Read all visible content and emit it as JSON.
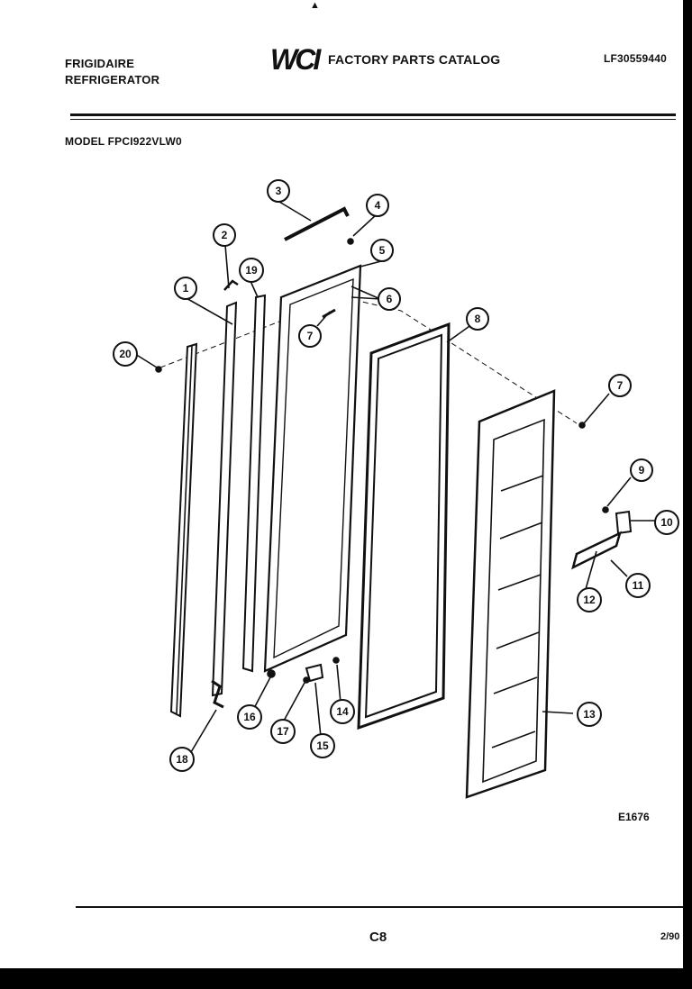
{
  "header": {
    "brand_line1": "FRIGIDAIRE",
    "brand_line2": "REFRIGERATOR",
    "logo": "WCI",
    "catalog_title": "FACTORY PARTS CATALOG",
    "catalog_number": "LF30559440",
    "model_line": "MODEL FPCI922VLW0"
  },
  "diagram": {
    "callouts": [
      "1",
      "2",
      "3",
      "4",
      "5",
      "6",
      "7",
      "8",
      "9",
      "10",
      "11",
      "12",
      "13",
      "14",
      "15",
      "16",
      "17",
      "18",
      "19",
      "20",
      "7"
    ],
    "figure_code": "E1676"
  },
  "footer": {
    "page_code": "C8",
    "date": "2/90"
  },
  "colors": {
    "ink": "#111111",
    "paper": "#ffffff",
    "border": "#000000"
  }
}
